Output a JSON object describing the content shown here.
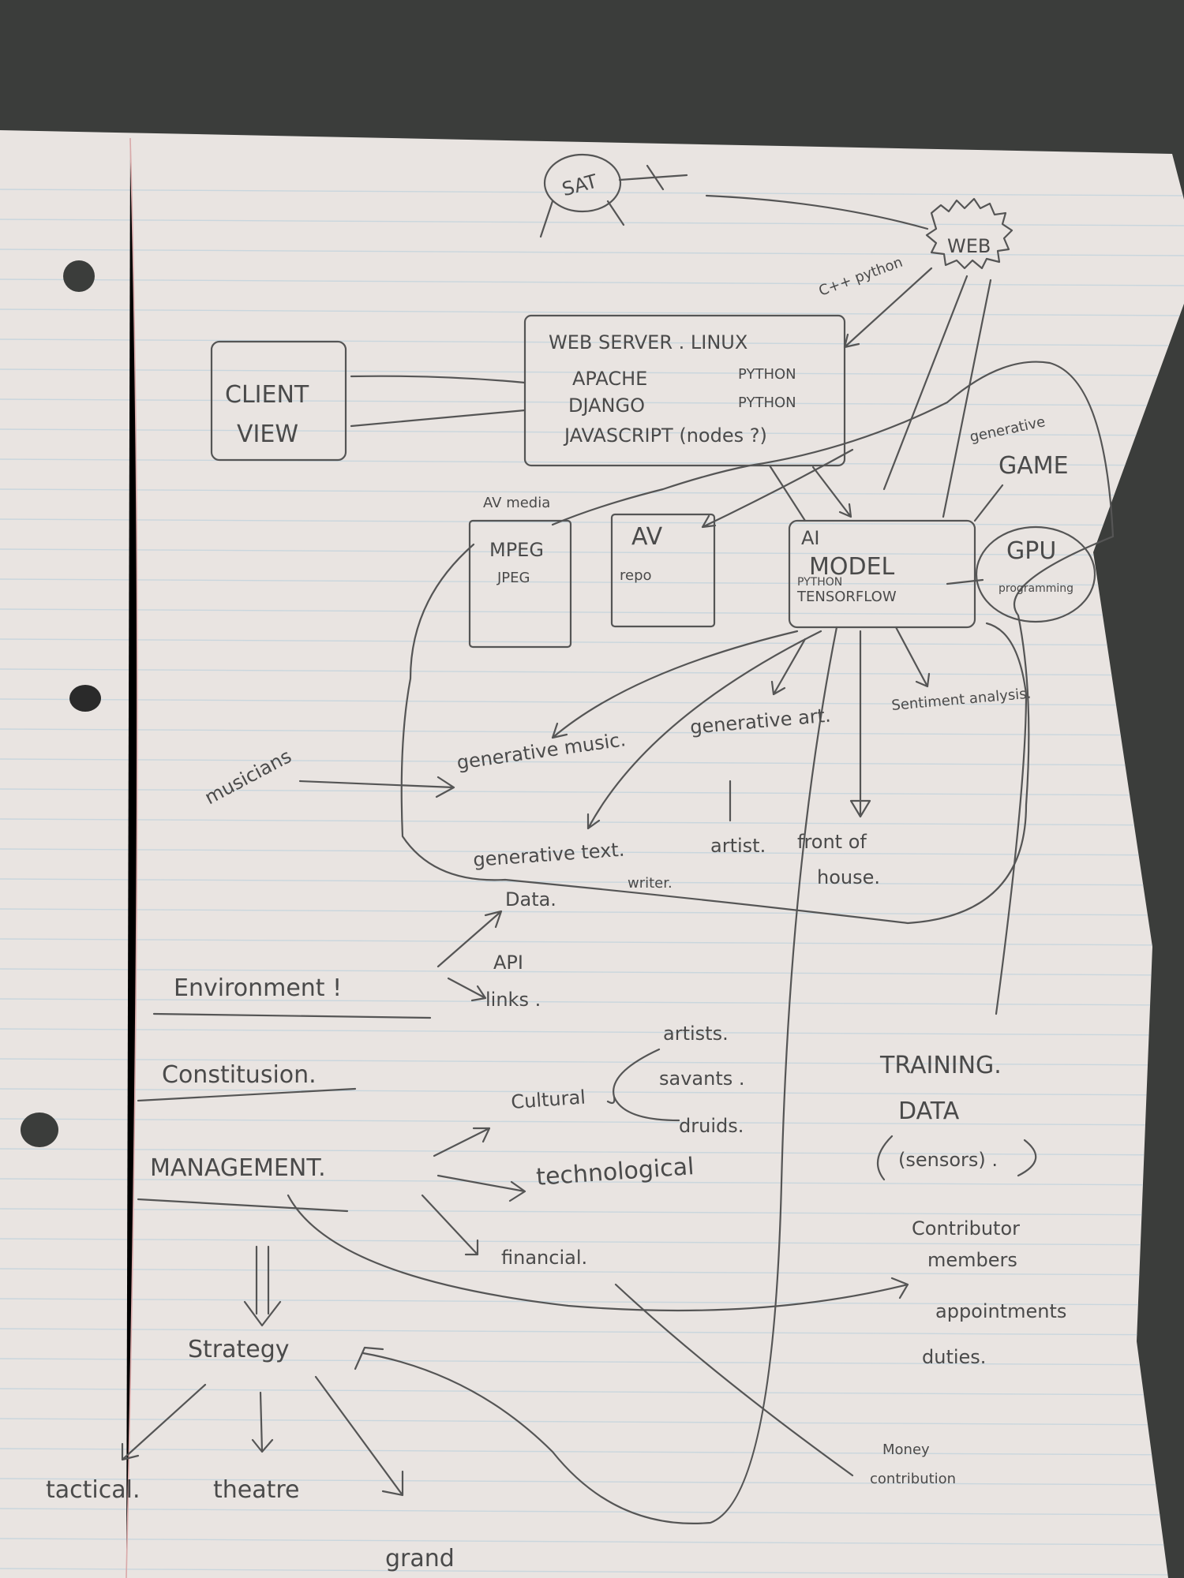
{
  "top": {
    "sat": "SAT",
    "web": "WEB",
    "c_python": "C++ python"
  },
  "client": {
    "line1": "CLIENT",
    "line2": "VIEW"
  },
  "webserver": {
    "line1": "WEB SERVER . LINUX",
    "line2_left": "APACHE",
    "line2_right": "PYTHON",
    "line3_left": "DJANGO",
    "line3_right": "PYTHON",
    "line4": "JAVASCRIPT (nodes ?)"
  },
  "boxes": {
    "av_media": "AV media",
    "mpeg_1": "MPEG",
    "mpeg_2": "JPEG",
    "av": "AV",
    "repo": "repo",
    "ai_1": "AI",
    "ai_2": "MODEL",
    "ai_3": "PYTHON",
    "ai_4": "TENSORFLOW",
    "gpu_1": "GPU",
    "gpu_2": "programming",
    "generative_game_1": "generative",
    "generative_game_2": "GAME"
  },
  "outputs": {
    "musicians": "musicians",
    "gen_music": "generative music.",
    "gen_art": "generative art.",
    "sentiment": "Sentiment analysis.",
    "gen_text": "generative text.",
    "writer": "writer.",
    "artist": "artist.",
    "front_1": "front of",
    "front_2": "house."
  },
  "lower": {
    "data": "Data.",
    "environment": "Environment !",
    "api": "API",
    "links": "links .",
    "constitution": "Constitusion.",
    "cultural": "Cultural",
    "artists": "artists.",
    "savants": "savants .",
    "druids": "druids.",
    "management": "MANAGEMENT.",
    "technological": "technological",
    "financial": "financial.",
    "strategy": "Strategy",
    "tactical": "tactical.",
    "theatre": "theatre",
    "grand": "grand",
    "training_1": "TRAINING.",
    "training_2": "DATA",
    "training_3": "(sensors) .",
    "contributor_1": "Contributor",
    "contributor_2": "members",
    "appointments": "appointments",
    "duties": "duties.",
    "money_1": "Money",
    "money_2": "contribution"
  },
  "colors": {
    "paper": "#e9e4e1",
    "ink": "#4a4a4a",
    "rule": "#c9d6dd",
    "background": "#3b3d3b"
  }
}
